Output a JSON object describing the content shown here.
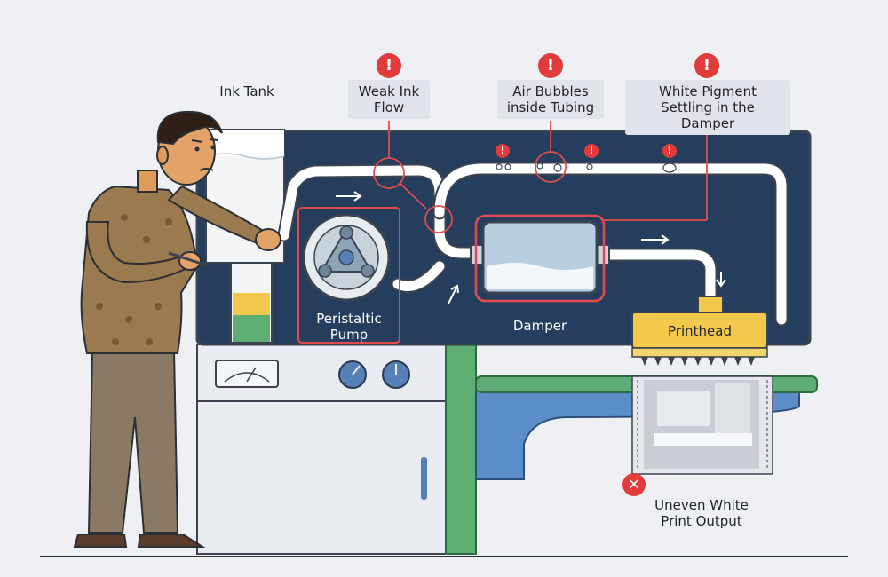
{
  "labels": {
    "ink_tank": "Ink Tank",
    "weak_ink_flow": "Weak Ink\nFlow",
    "air_bubbles": "Air Bubbles\ninside Tubing",
    "white_pigment": "White Pigment\nSettling in the Damper",
    "peristaltic_pump": "Peristaltic\nPump",
    "damper": "Damper",
    "printhead": "Printhead",
    "uneven_output": "Uneven White\nPrint Output"
  },
  "icons": {
    "alert": "exclamation-icon",
    "error": "x-icon",
    "flow_arrow": "arrow-icon"
  },
  "colors": {
    "panel": "#263e5e",
    "alert": "#e23b3b",
    "highlight": "#e24b4b",
    "printhead": "#f2c94c",
    "bed": "#5eae74",
    "tray": "#5b8ec9"
  }
}
